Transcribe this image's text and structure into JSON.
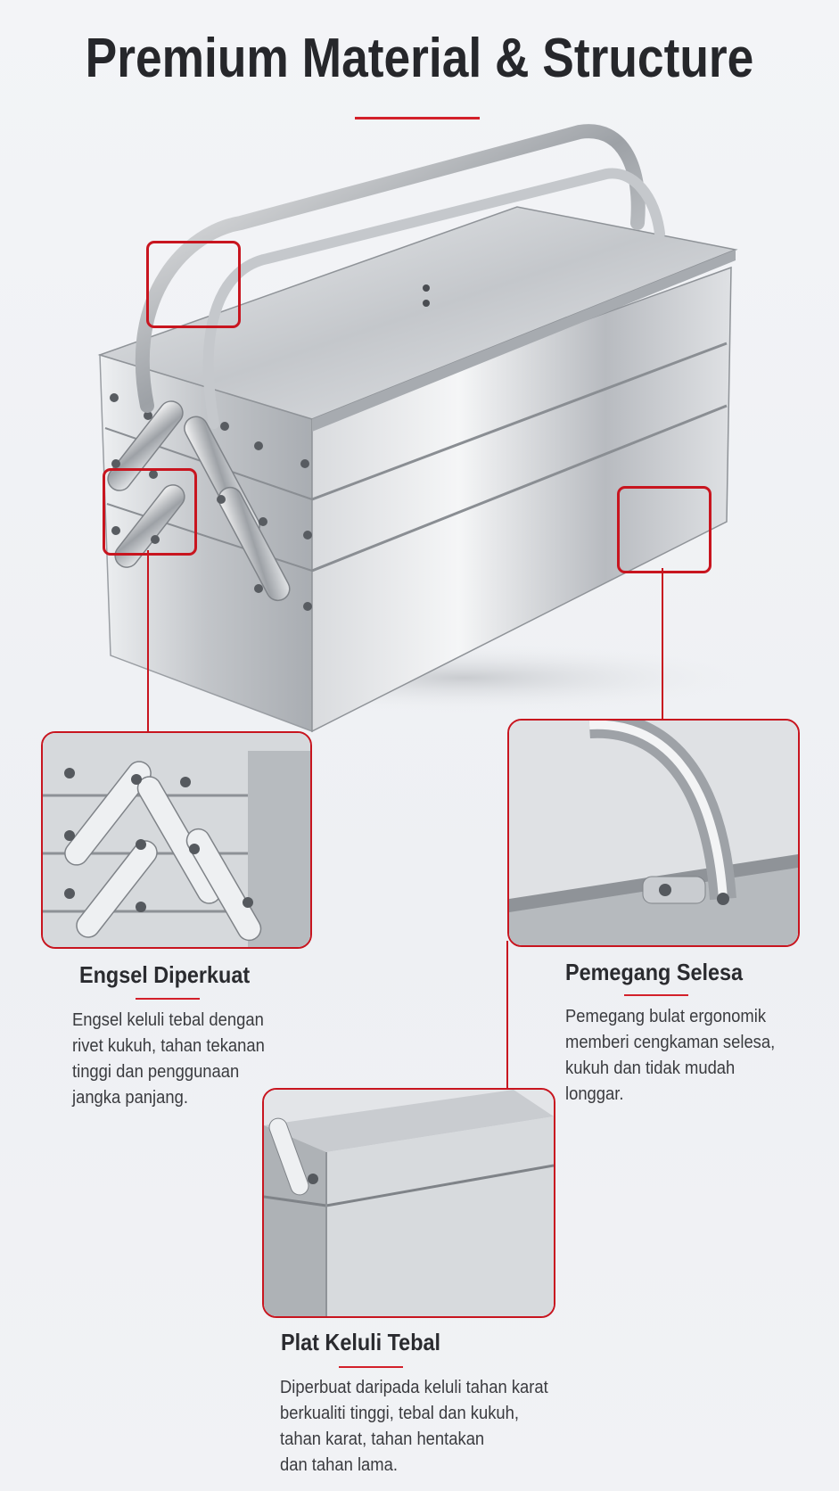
{
  "header": {
    "title": "Premium Material & Structure"
  },
  "colors": {
    "accent": "#d3202a",
    "text": "#26272b",
    "steel_light": "#f4f5f6",
    "steel_dark": "#8e9297"
  },
  "features": [
    {
      "title": "Engsel Diperkuat",
      "description": "Engsel keluli tebal dengan\nrivet kukuh, tahan tekanan\ntinggi dan penggunaan\njangka panjang."
    },
    {
      "title": "Pemegang Selesa",
      "description": "Pemegang bulat ergonomik\nmemberi cengkaman selesa,\nkukuh dan tidak mudah\nlonggar."
    },
    {
      "title": "Plat Keluli Tebal",
      "description": "Diperbuat daripada keluli tahan karat\nberkualiti tinggi, tebal dan kukuh,\ntahan karat, tahan hentakan\ndan tahan lama."
    }
  ]
}
